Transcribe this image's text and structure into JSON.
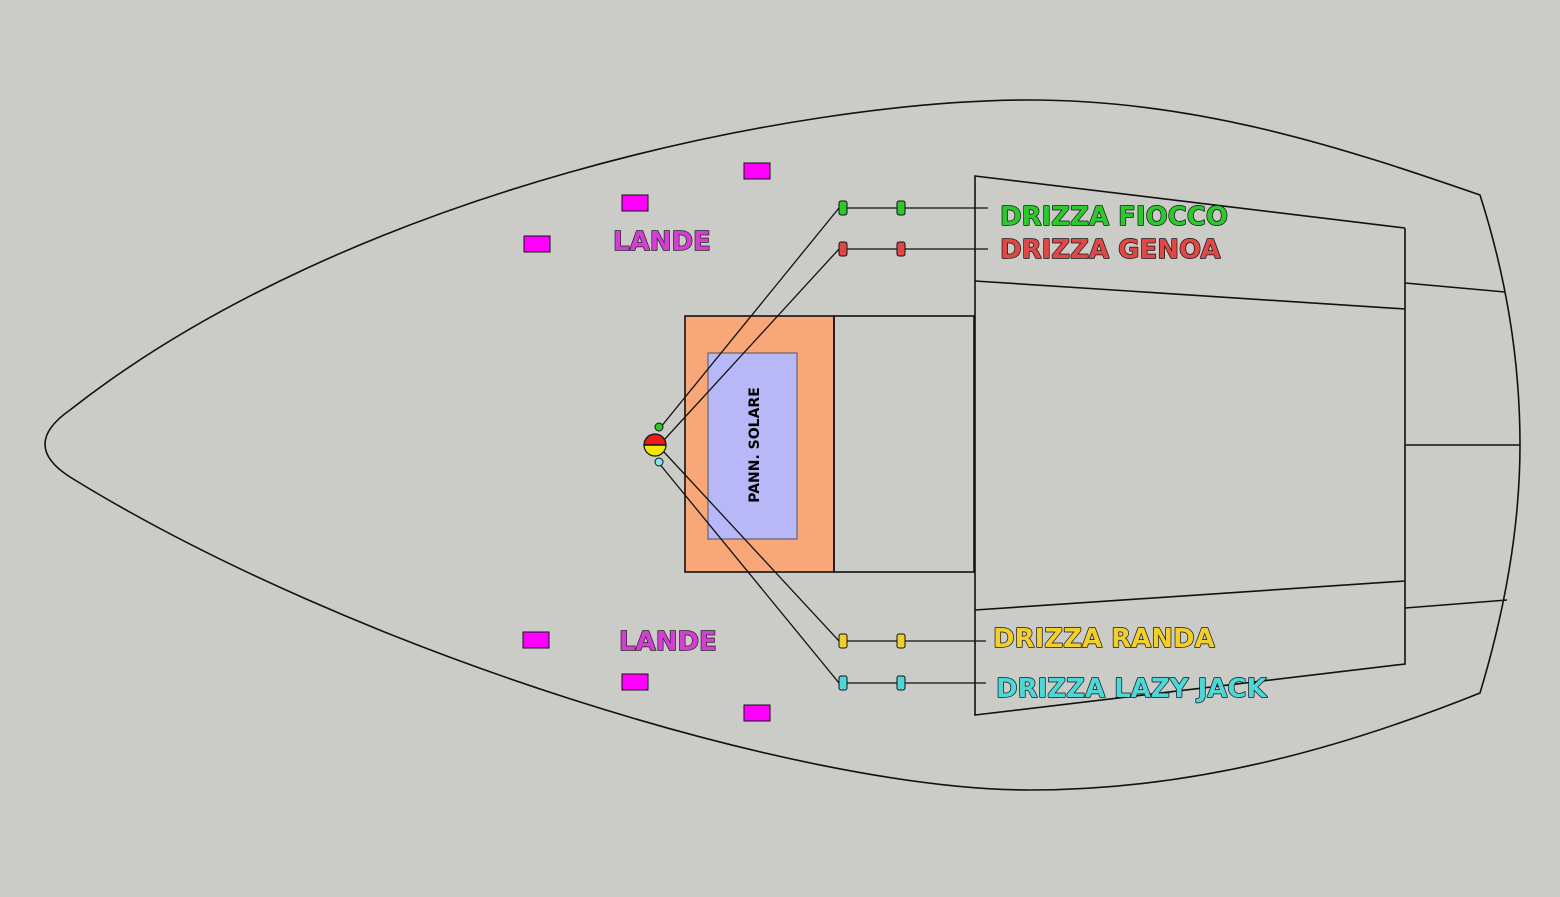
{
  "labels": {
    "lande_top": "LANDE",
    "lande_bottom": "LANDE",
    "solar_panel": "PANN. SOLARE"
  },
  "halyards": [
    {
      "label": "DRIZZA FIOCCO",
      "color": "#2ec82e"
    },
    {
      "label": "DRIZZA GENOA",
      "color": "#e04848"
    },
    {
      "label": "DRIZZA RANDA",
      "color": "#f2cf2a"
    },
    {
      "label": "DRIZZA LAZY JACK",
      "color": "#4fd6d6"
    }
  ],
  "colors": {
    "background": "#cbccc7",
    "chainplate": "#ff00ff",
    "lande_text": "#d23fd2",
    "hatch": "#f8a878",
    "solar_panel": "#b8b8f8",
    "mast_red": "#e81c1c",
    "mast_yellow": "#f5e60a"
  },
  "counts": {
    "chainplates_per_side": 3
  }
}
